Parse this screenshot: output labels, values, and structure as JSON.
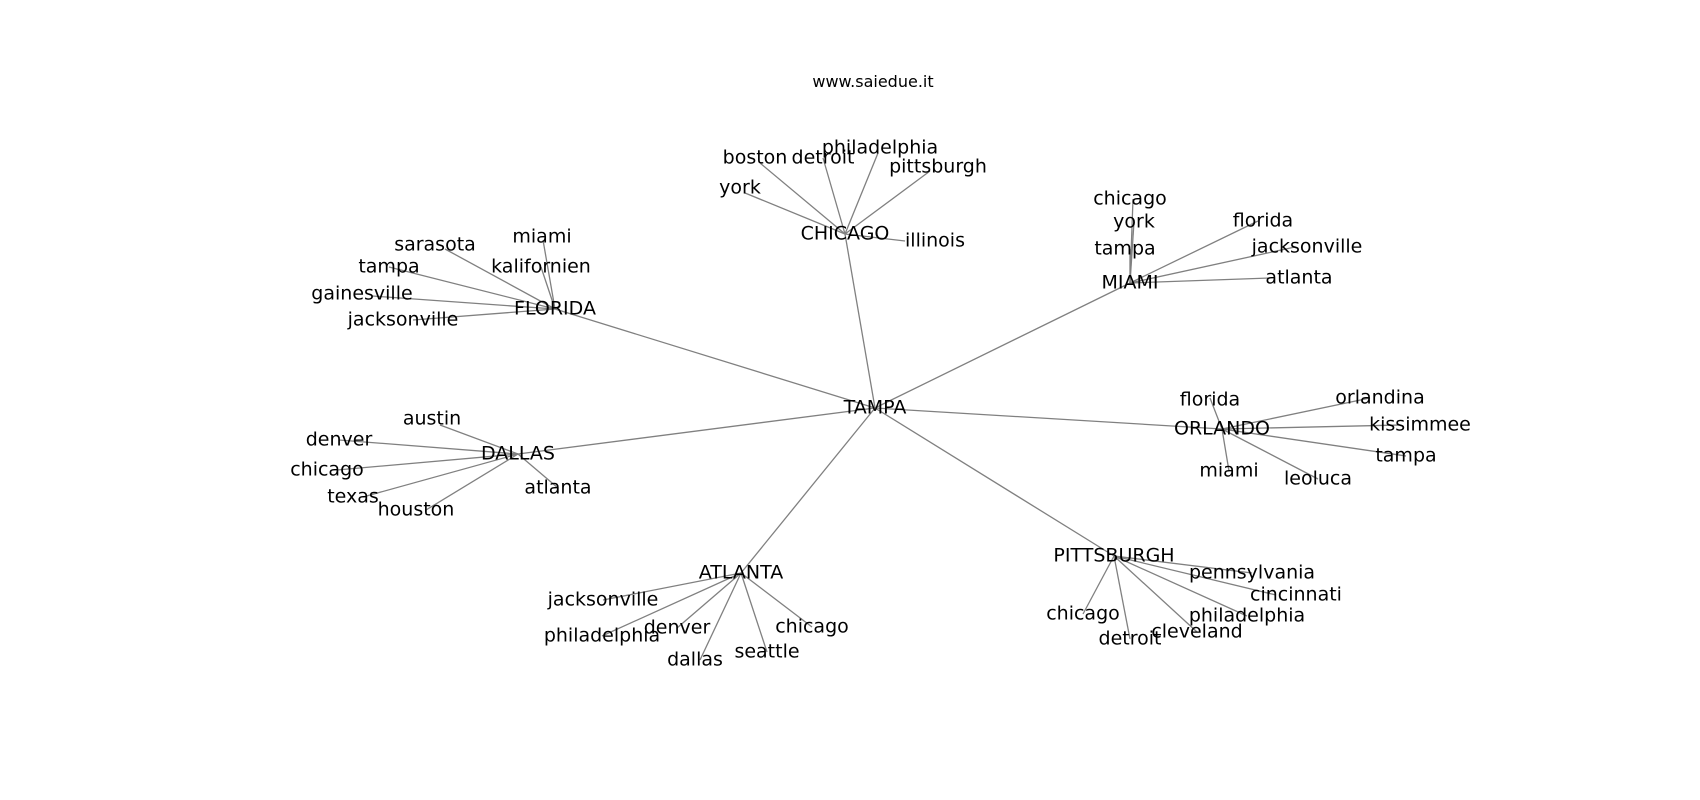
{
  "title": "www.saiedue.it",
  "colors": {
    "background": "#ffffff",
    "edge": "#808080",
    "text": "#000000"
  },
  "root": "TAMPA",
  "hubs": [
    {
      "label": "CHICAGO",
      "leaves": [
        "boston",
        "detroit",
        "philadelphia",
        "pittsburgh",
        "york",
        "illinois"
      ]
    },
    {
      "label": "MIAMI",
      "leaves": [
        "chicago",
        "york",
        "tampa",
        "florida",
        "jacksonville",
        "atlanta"
      ]
    },
    {
      "label": "FLORIDA",
      "leaves": [
        "sarasota",
        "miami",
        "tampa",
        "kalifornien",
        "gainesville",
        "jacksonville"
      ]
    },
    {
      "label": "ORLANDO",
      "leaves": [
        "florida",
        "orlandina",
        "kissimmee",
        "tampa",
        "miami",
        "leoluca"
      ]
    },
    {
      "label": "DALLAS",
      "leaves": [
        "austin",
        "denver",
        "chicago",
        "texas",
        "houston",
        "atlanta"
      ]
    },
    {
      "label": "PITTSBURGH",
      "leaves": [
        "pennsylvania",
        "cincinnati",
        "philadelphia",
        "chicago",
        "detroit",
        "cleveland"
      ]
    },
    {
      "label": "ATLANTA",
      "leaves": [
        "jacksonville",
        "philadelphia",
        "denver",
        "chicago",
        "dallas",
        "seattle"
      ]
    }
  ]
}
